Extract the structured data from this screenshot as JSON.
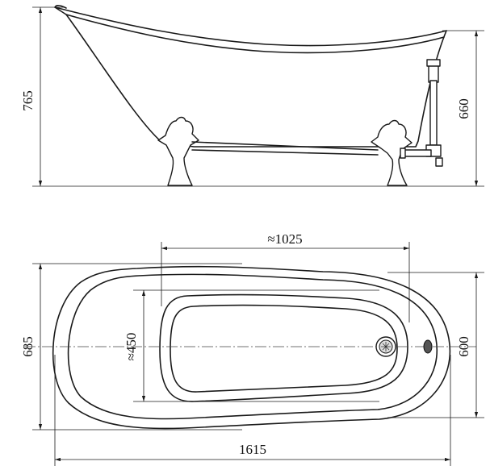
{
  "dimensions": {
    "side_height_total": "765",
    "side_height_rim": "660",
    "top_inner_length": "≈1025",
    "top_inner_width": "≈450",
    "top_total_width": "685",
    "top_width_rim": "600",
    "top_total_length": "1615"
  }
}
